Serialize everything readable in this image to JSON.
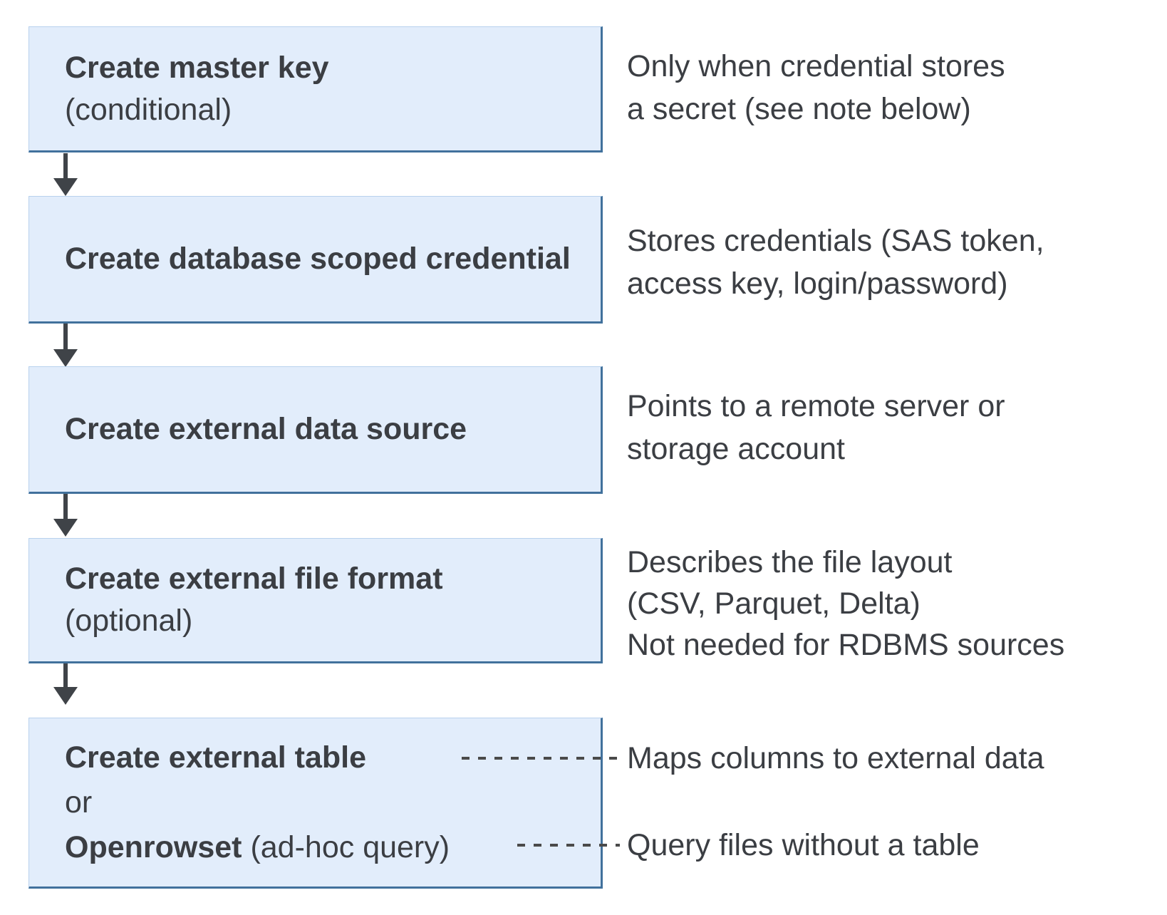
{
  "diagram": {
    "title_semantic": "Steps to create external data access objects",
    "colors": {
      "box_fill": "#e2edfb",
      "box_border_strong": "#41719c",
      "box_border_light": "#b9d2ee",
      "arrow": "#3f4348",
      "text": "#3b3e43",
      "dash": "#4a4a4a",
      "background": "#ffffff"
    },
    "steps": [
      {
        "title": "Create master key",
        "subtitle": "(conditional)"
      },
      {
        "title": "Create database scoped credential",
        "subtitle": ""
      },
      {
        "title": "Create external data source",
        "subtitle": ""
      },
      {
        "title": "Create external file format",
        "subtitle": "(optional)"
      }
    ],
    "final_step": {
      "line1_bold": "Create external table",
      "line2": "or",
      "line3_bold": "Openrowset",
      "line3_regular": " (ad-hoc query)"
    },
    "notes": [
      {
        "lines": [
          "Only when credential stores",
          "a secret (see note below)"
        ]
      },
      {
        "lines": [
          "Stores credentials (SAS token,",
          "access key, login/password)"
        ]
      },
      {
        "lines": [
          "Points to a remote server or",
          "storage account"
        ]
      },
      {
        "lines": [
          "Describes the file layout",
          "(CSV, Parquet, Delta)",
          "Not needed for RDBMS sources"
        ]
      }
    ],
    "final_notes": {
      "maps_note": "Maps columns to external data",
      "query_note": "Query files without a table"
    }
  }
}
